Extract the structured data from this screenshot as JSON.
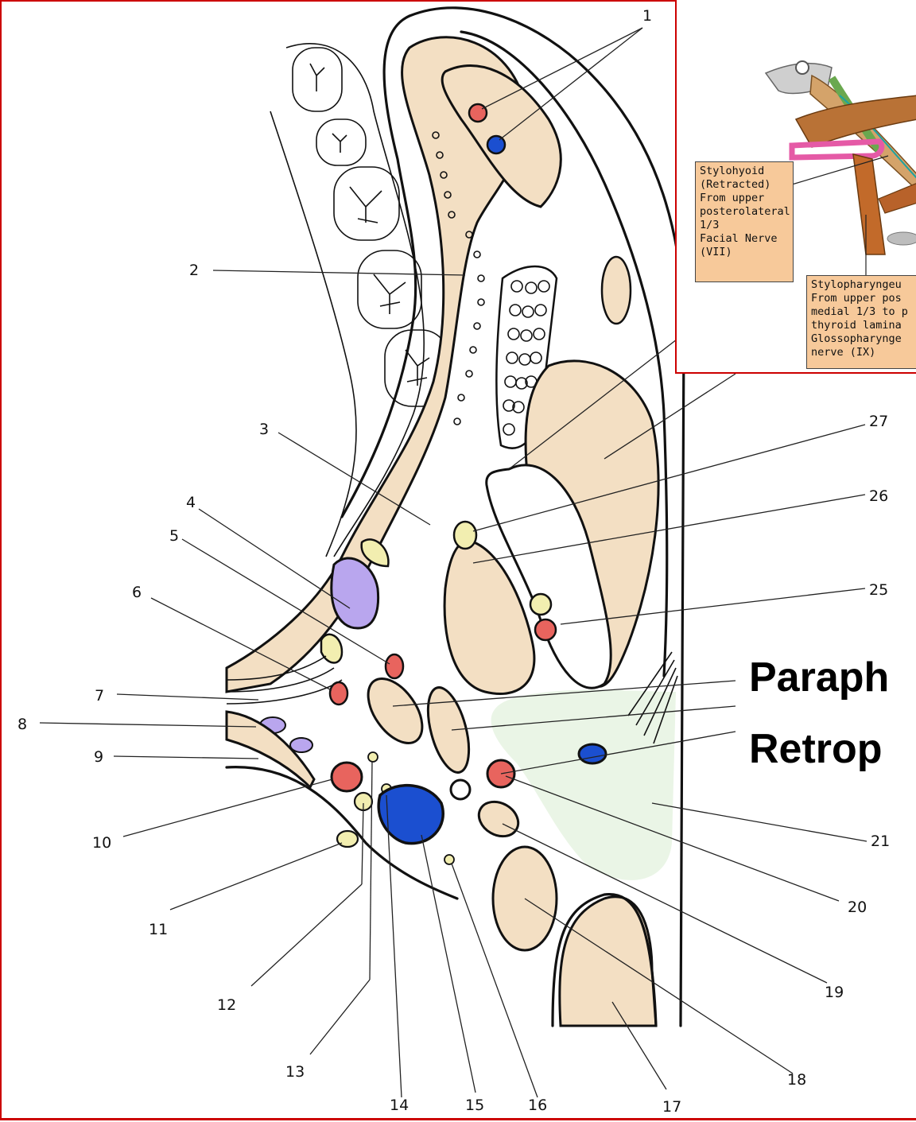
{
  "labels": [
    "1",
    "2",
    "3",
    "4",
    "5",
    "6",
    "7",
    "8",
    "9",
    "10",
    "11",
    "12",
    "13",
    "14",
    "15",
    "16",
    "17",
    "18",
    "19",
    "20",
    "21",
    "25",
    "26",
    "27"
  ],
  "inset": {
    "box_stylohyoid": "Stylohyoid\n(Retracted)\nFrom upper\nposterolateral\n1/3\nFacial Nerve\n(VII)",
    "box_stylopharyngeus": "Stylopharyngeu\nFrom upper pos\nmedial 1/3 to p\nthyroid lamina\nGlossopharynge\nnerve (IX)"
  },
  "overlay": {
    "line1": "Paraph",
    "line2": "Retrop"
  },
  "colors": {
    "tissue": "#f3dfc3",
    "artery": "#e8645e",
    "vein": "#1b4fd0",
    "gland": "#b9a6ee",
    "nerve": "#f2eeb0",
    "space": "#eaf5e6",
    "frame": "#cc0000"
  }
}
